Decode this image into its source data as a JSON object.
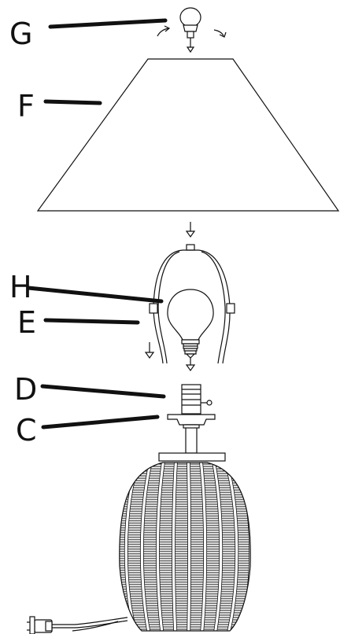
{
  "labels": {
    "G": "G",
    "F": "F",
    "H": "H",
    "E": "E",
    "D": "D",
    "C": "C"
  },
  "colors": {
    "ink": "#111111",
    "paper": "#ffffff"
  },
  "icons": {
    "arrow": "down-arrow-icon",
    "rotate_left": "rotate-left-icon",
    "rotate_right": "rotate-right-icon"
  }
}
